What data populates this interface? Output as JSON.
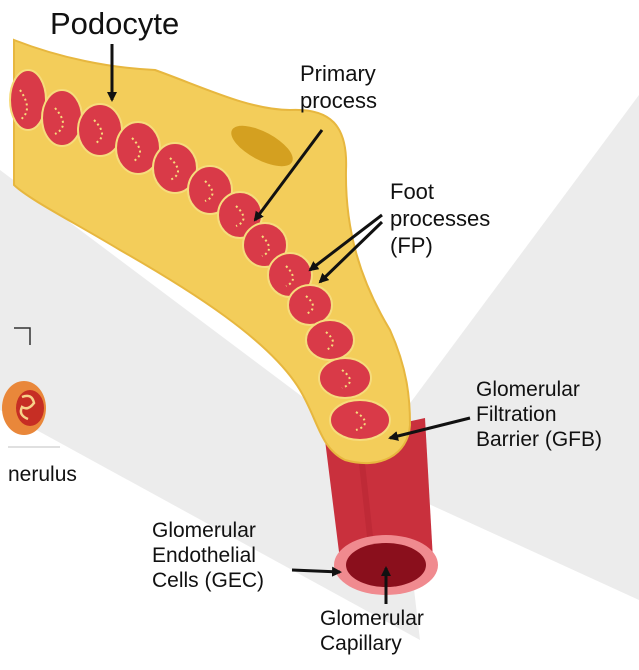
{
  "labels": {
    "podocyte": "Podocyte",
    "primary_process": [
      "Primary",
      "process"
    ],
    "foot_processes": [
      "Foot",
      "processes",
      "(FP)"
    ],
    "gfb": [
      "Glomerular",
      "Filtration",
      "Barrier (GFB)"
    ],
    "gec": [
      "Glomerular",
      "Endothelial",
      "Cells (GEC)"
    ],
    "capillary": [
      "Glomerular",
      "Capillary"
    ],
    "inset_partial": "nerulus"
  },
  "colors": {
    "podocyte_fill": "#f3cd5a",
    "podocyte_edge": "#e7b73f",
    "nucleus": "#d4a020",
    "foot_process": "#d93a48",
    "capillary_wall": "#c9303d",
    "capillary_rim": "#f08a8f",
    "capillary_lumen": "#8a0f1c",
    "background_wedge": "#ececec",
    "arrow": "#111111"
  },
  "icons": {
    "kidney": "kidney-icon"
  }
}
